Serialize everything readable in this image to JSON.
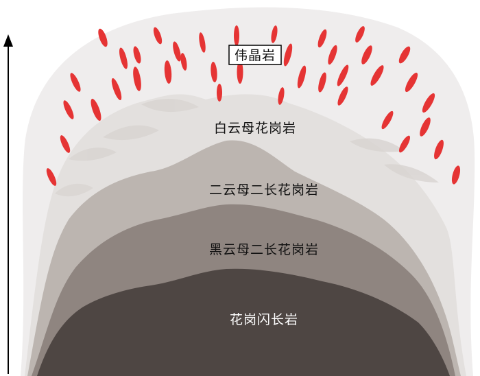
{
  "diagram": {
    "zones": [
      {
        "id": "pegmatite",
        "label": "伟晶岩",
        "fill": "#efeded",
        "framed": true
      },
      {
        "id": "two-mica-light",
        "label": "白云母花岗岩",
        "fill": "#e3e0de"
      },
      {
        "id": "two-mica",
        "label": "二云母二长花岗岩",
        "fill": "#bcb5b0"
      },
      {
        "id": "biotite",
        "label": "黑云母二长花岗岩",
        "fill": "#8f8580"
      },
      {
        "id": "granodiorite",
        "label": "花岗闪长岩",
        "fill": "#4e4643"
      }
    ],
    "dike_color": "#e53434",
    "axis_arrow": "up-arrow"
  }
}
